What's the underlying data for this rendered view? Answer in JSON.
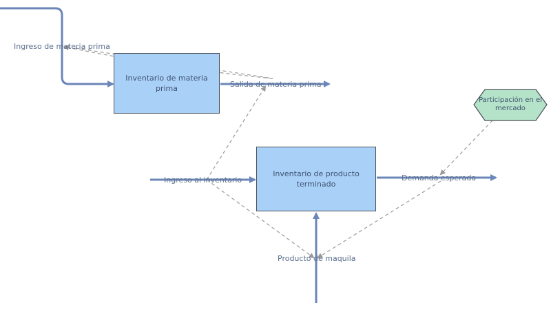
{
  "stocks": {
    "raw_material_inventory": "Inventario de materia prima",
    "finished_product_inventory": "Inventario de producto terminado"
  },
  "flows": {
    "raw_material_inflow": "Ingreso de materia prima",
    "raw_material_outflow": "Salida de materia prima",
    "inventory_inflow": "Ingreso al inventario",
    "expected_demand": "Demanda esperada",
    "outsourced_product": "Producto de maquila"
  },
  "variables": {
    "market_share": "Participación en el mercado"
  },
  "colors": {
    "stock_fill": "#a9d1f7",
    "stock_border": "#4a4f57",
    "flow_pipe": "#6b86b8",
    "dependency_link": "#9a9a9a",
    "variable_fill": "#b5e3c9",
    "text": "#5a6e8e"
  }
}
